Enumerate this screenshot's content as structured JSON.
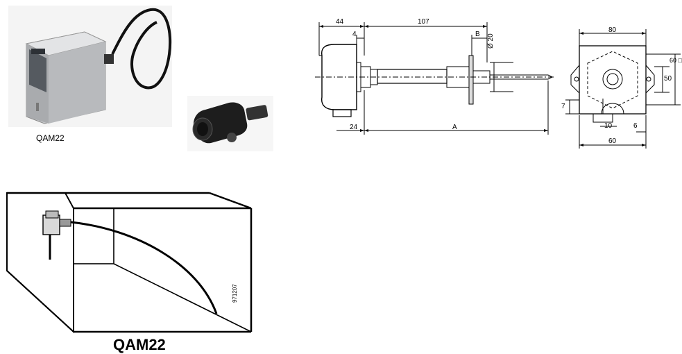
{
  "product_caption": "QAM22",
  "duct_caption": "QAM22",
  "duct_ref": "971207",
  "dims_side": {
    "d44": "44",
    "d107": "107",
    "d4": "4",
    "dB": "B",
    "d20": "Ø 20",
    "d24": "24",
    "dA": "A"
  },
  "dims_front": {
    "d80": "80",
    "d50": "50",
    "d60sq": "60 □",
    "d7": "7",
    "d10": "10",
    "d6": "6",
    "d60": "60"
  }
}
